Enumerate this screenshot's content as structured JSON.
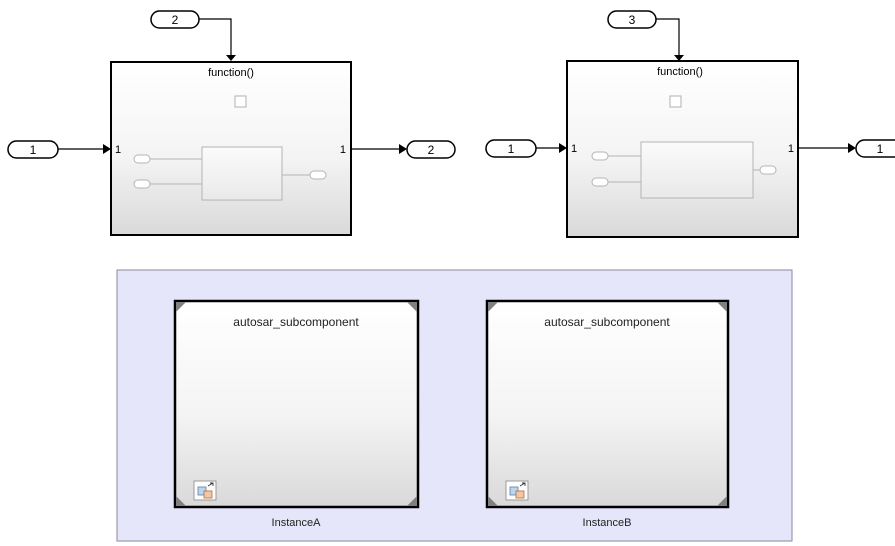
{
  "diagram": {
    "subsystems": [
      {
        "title": "function()",
        "trigger_label": "2",
        "inport_label": "1",
        "outport_label": "2",
        "in_port_number": "1",
        "out_port_number": "1"
      },
      {
        "title": "function()",
        "trigger_label": "3",
        "inport_label": "1",
        "outport_label": "1",
        "in_port_number": "1",
        "out_port_number": "1"
      }
    ],
    "model_blocks": [
      {
        "title": "autosar_subcomponent",
        "instance_name": "InstanceA"
      },
      {
        "title": "autosar_subcomponent",
        "instance_name": "InstanceB"
      }
    ]
  },
  "colors": {
    "area_fill": "#e6e6fa",
    "area_border": "#8a8aa0",
    "block_border": "#000000",
    "block_fill_top": "#ffffff",
    "block_fill_bottom": "#d8d8d8"
  },
  "icons": [
    "subsystem-icon",
    "model-reference-icon",
    "trigger-port-icon"
  ]
}
